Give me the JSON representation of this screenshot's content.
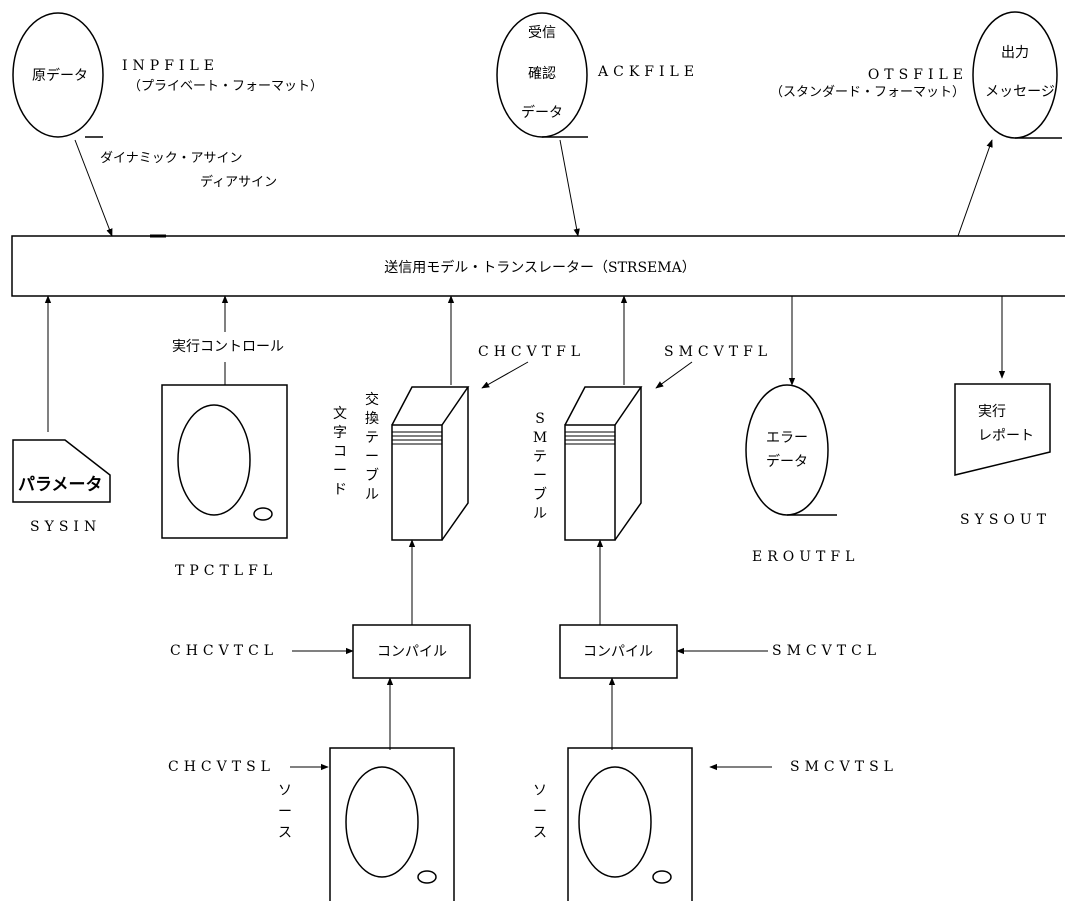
{
  "top": {
    "raw_data": "原データ",
    "inpfile": "INPFILE",
    "private_format": "（プライベート・フォーマット）",
    "ack_line1": "受信",
    "ack_line2": "確認",
    "ack_line3": "データ",
    "ackfile": "ACKFILE",
    "otsfile": "OTSFILE",
    "standard_format": "（スタンダード・フォーマット）",
    "out_line1": "出力",
    "out_line2": "メッセージ",
    "dyn_assign": "ダイナミック・アサイン",
    "dyn_deassign": "ディアサイン"
  },
  "main": {
    "translator_label": "送信用モデル・トランスレーター（STRSEMA）"
  },
  "inputs": {
    "exec_control": "実行コントロール",
    "param": "パラメータ",
    "sysin": "SYSIN",
    "tpctlfl": "TPCTLFL",
    "chcvtfl": "CHCVTFL",
    "smcvtfl": "SMCVTFL",
    "moji_code": [
      "文",
      "字",
      "コ",
      "ー",
      "ド"
    ],
    "koukan_table": [
      "交",
      "換",
      "テ",
      "ー",
      "ブ",
      "ル"
    ],
    "sm_table": [
      "S",
      "M",
      "テ",
      "ー",
      "ブ",
      "ル"
    ]
  },
  "outputs": {
    "error_line1": "エラー",
    "error_line2": "データ",
    "eroutfl": "EROUTFL",
    "report_line1": "実行",
    "report_line2": "レポート",
    "sysout": "SYSOUT"
  },
  "compile": {
    "left_label": "コンパイル",
    "right_label": "コンパイル",
    "chcvtcl": "CHCVTCL",
    "smcvtcl": "SMCVTCL",
    "chcvtsl": "CHCVTSL",
    "smcvtsl": "SMCVTSL",
    "source_left": [
      "ソ",
      "ー",
      "ス"
    ],
    "source_right": [
      "ソ",
      "ー",
      "ス"
    ]
  }
}
